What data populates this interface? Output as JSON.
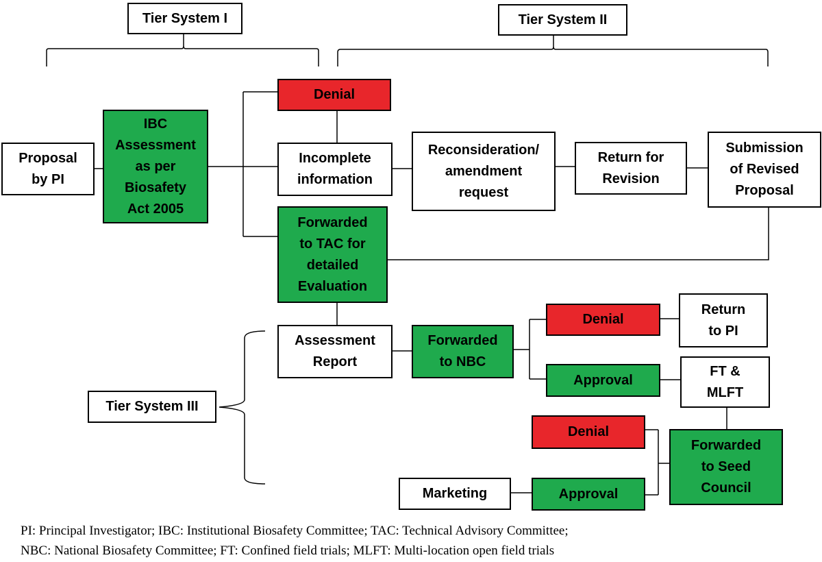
{
  "tiers": {
    "tier1": "Tier System I",
    "tier2": "Tier System II",
    "tier3": "Tier System III"
  },
  "nodes": {
    "proposal": "Proposal\nby PI",
    "ibc": "IBC\nAssessment\nas per\nBiosafety\nAct 2005",
    "denial_ibc": "Denial",
    "incomplete": "Incomplete\ninformation",
    "reconsideration": "Reconsideration/\namendment\nrequest",
    "return_revision": "Return for\nRevision",
    "submission": "Submission\nof Revised\nProposal",
    "forward_tac": "Forwarded\nto TAC for\ndetailed\nEvaluation",
    "assessment_report": "Assessment\nReport",
    "forward_nbc": "Forwarded\nto NBC",
    "denial_nbc": "Denial",
    "return_pi": "Return\nto PI",
    "approval_nbc": "Approval",
    "ft_mlft": "FT &\nMLFT",
    "denial_seed": "Denial",
    "forward_seed": "Forwarded\nto Seed\nCouncil",
    "approval_seed": "Approval",
    "marketing": "Marketing"
  },
  "footnote": {
    "line1": "PI: Principal Investigator; IBC: Institutional Biosafety Committee; TAC: Technical Advisory Committee;",
    "line2": "NBC: National Biosafety Committee; FT: Confined field trials; MLFT: Multi-location open field trials"
  },
  "colors": {
    "green": "#1faa4d",
    "red": "#e8262b",
    "line": "#000000"
  }
}
